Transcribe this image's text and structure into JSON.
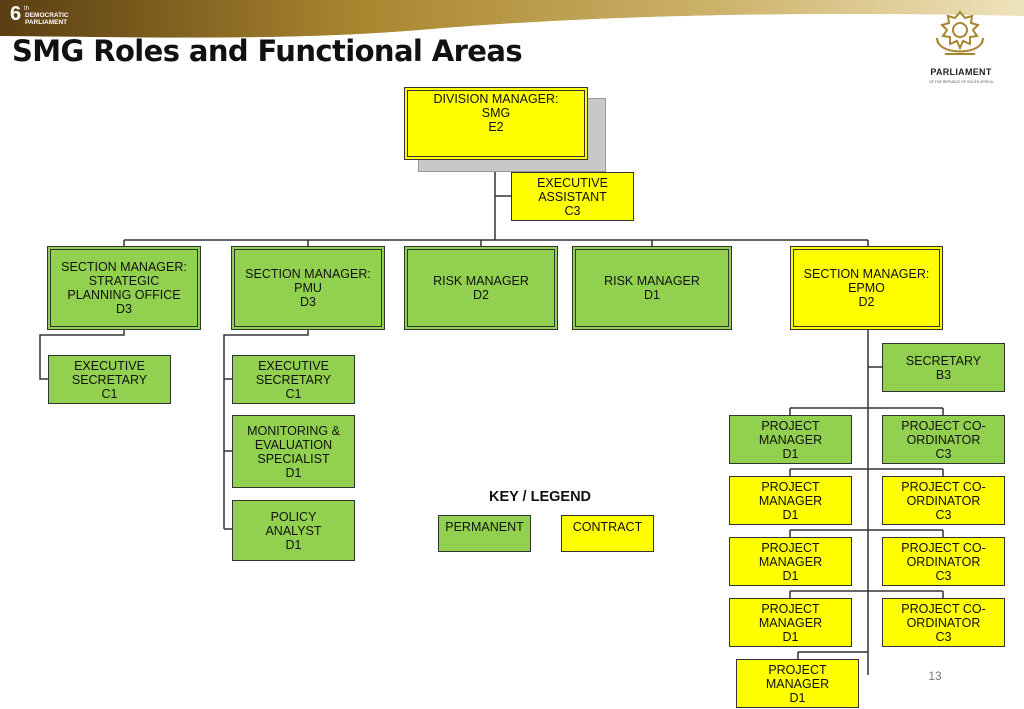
{
  "header": {
    "logo_number": "6",
    "logo_sup": "th",
    "logo_line1": "DEMOCRATIC",
    "logo_line2": "PARLIAMENT",
    "title": "SMG Roles and Functional Areas",
    "crest_label": "PARLIAMENT",
    "crest_sub": "OF THE REPUBLIC OF SOUTH AFRICA"
  },
  "colors": {
    "permanent": "#92d050",
    "contract": "#ffff00",
    "banner_gold": "#a8862f",
    "banner_dark": "#3a2a10"
  },
  "org": {
    "division_manager": "DIVISION MANAGER:\nSMG\nE2",
    "executive_assistant": "EXECUTIVE\nASSISTANT\nC3",
    "section_spo": "SECTION MANAGER:\nSTRATEGIC\nPLANNING OFFICE\nD3",
    "section_pmu": "SECTION MANAGER:\nPMU\nD3",
    "risk_d2": "RISK MANAGER\nD2",
    "risk_d1": "RISK MANAGER\nD1",
    "section_epmo": "SECTION MANAGER:\nEPMO\nD2",
    "exec_sec_spo": "EXECUTIVE\nSECRETARY\nC1",
    "exec_sec_pmu": "EXECUTIVE\nSECRETARY\nC1",
    "me_specialist": "MONITORING &\nEVALUATION\nSPECIALIST\nD1",
    "policy_analyst": "POLICY\nANALYST\nD1",
    "secretary": "SECRETARY\nB3",
    "pm_1": "PROJECT\nMANAGER\nD1",
    "pm_2": "PROJECT\nMANAGER\nD1",
    "pm_3": "PROJECT\nMANAGER\nD1",
    "pm_4": "PROJECT\nMANAGER\nD1",
    "pm_5": "PROJECT\nMANAGER\nD1",
    "pc_1": "PROJECT CO-\nORDINATOR\nC3",
    "pc_2": "PROJECT CO-\nORDINATOR\nC3",
    "pc_3": "PROJECT CO-\nORDINATOR\nC3",
    "pc_4": "PROJECT CO-\nORDINATOR\nC3"
  },
  "legend": {
    "title": "KEY / LEGEND",
    "permanent": "PERMANENT",
    "contract": "CONTRACT"
  },
  "page_number": "13"
}
